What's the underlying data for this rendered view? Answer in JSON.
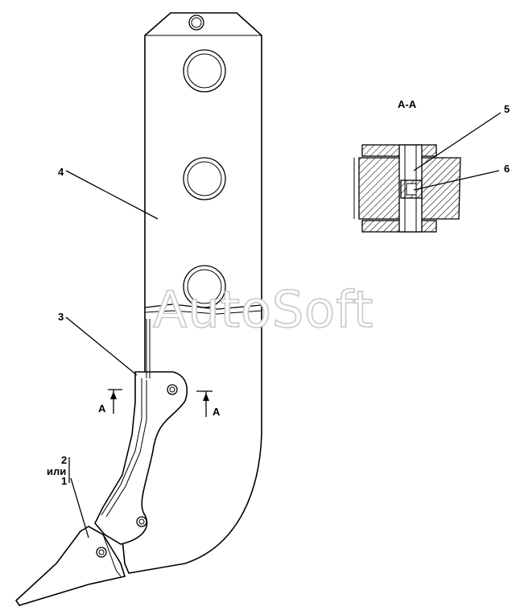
{
  "watermark": "AutoSoft",
  "section": {
    "title": "A-A"
  },
  "callouts": {
    "c1": "1",
    "c2": "2",
    "or": "или",
    "c3": "3",
    "c4": "4",
    "c5": "5",
    "c6": "6"
  },
  "section_markers": {
    "left": "A",
    "right": "A"
  },
  "colors": {
    "line": "#000000",
    "watermark_outline": "#c8c8c8",
    "background": "#ffffff"
  }
}
